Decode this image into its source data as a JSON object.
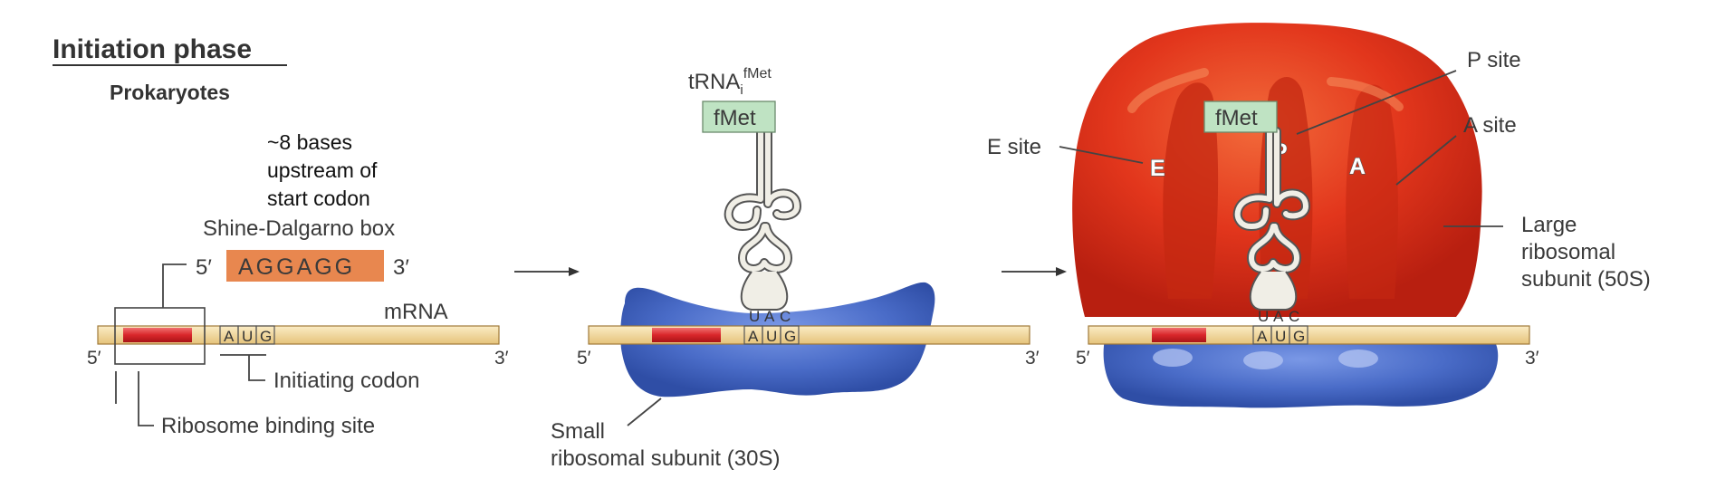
{
  "title": "Initiation phase",
  "subtitle": "Prokaryotes",
  "colors": {
    "mrna": "#f2d9a0",
    "mrna_stroke": "#a07a3a",
    "rbs": "#d9262a",
    "sd_box": "#e8874f",
    "fmet_box": "#bfe3c3",
    "small_subunit": "#4a6cc8",
    "large_subunit": "#e2361c",
    "trna_fill": "#f0eee6",
    "trna_stroke": "#555555"
  },
  "panel1": {
    "note_line1": "~8 bases",
    "note_line2": "upstream of",
    "note_line3": "start codon",
    "sd_label": "Shine-Dalgarno box",
    "sd_five": "5′",
    "sd_sequence": "AGGAGG",
    "sd_three": "3′",
    "mrna_label": "mRNA",
    "five_prime": "5′",
    "three_prime": "3′",
    "initiating_codon_label": "Initiating codon",
    "rbs_label": "Ribosome binding site",
    "codon": [
      "A",
      "U",
      "G"
    ]
  },
  "panel2": {
    "trna_label": "tRNA",
    "trna_sub": "i",
    "trna_sup": "fMet",
    "fmet_label": "fMet",
    "anticodon": [
      "U",
      "A",
      "C"
    ],
    "codon": [
      "A",
      "U",
      "G"
    ],
    "five_prime": "5′",
    "three_prime": "3′",
    "small_subunit_line1": "Small",
    "small_subunit_line2": "ribosomal subunit (30S)"
  },
  "panel3": {
    "fmet_label": "fMet",
    "anticodon": [
      "U",
      "A",
      "C"
    ],
    "codon": [
      "A",
      "U",
      "G"
    ],
    "five_prime": "5′",
    "three_prime": "3′",
    "e_site_label": "E site",
    "p_site_label": "P site",
    "a_site_label": "A site",
    "site_e": "E",
    "site_p": "P",
    "site_a": "A",
    "large_subunit_line1": "Large",
    "large_subunit_line2": "ribosomal",
    "large_subunit_line3": "subunit (50S)"
  }
}
